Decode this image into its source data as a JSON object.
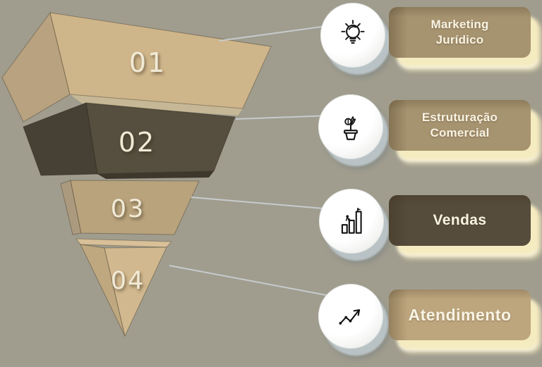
{
  "background_color": "#a09d8e",
  "stages": [
    {
      "number": "01",
      "icon": "idea-lightbulb-icon",
      "label_line1": "Marketing",
      "label_line2": "Jurídico",
      "card_color": "#a6936f"
    },
    {
      "number": "02",
      "icon": "money-plant-icon",
      "label_line1": "Estruturação",
      "label_line2": "Comercial",
      "card_color": "#a6936f"
    },
    {
      "number": "03",
      "icon": "growth-bars-icon",
      "label_line1": "Vendas",
      "label_line2": "",
      "card_color": "#564c3c"
    },
    {
      "number": "04",
      "icon": "trend-arrow-icon",
      "label_line1": "Atendimento",
      "label_line2": "",
      "card_color": "#bda67e"
    }
  ],
  "colors": {
    "segment1_front": "#cfb58a",
    "segment1_side": "#b9a27f",
    "segment1_lip": "#c6b896",
    "segment2_front": "#564e3e",
    "segment2_side": "#474034",
    "segment2_lip": "#3e382c",
    "segment3_front": "#b9a37d",
    "segment3_side": "#ac9a7e",
    "segment4_front": "#d2b88e",
    "segment4_side": "#bfa87f",
    "segment4_lip": "#d8c098",
    "card_glow": "#f5ebc0",
    "connector_line": "#c9ced2",
    "number_text": "#f1ead6",
    "label_text": "#f8f3e4",
    "circle_shadow": "#b9c3c6",
    "icon_stroke": "#141414"
  }
}
